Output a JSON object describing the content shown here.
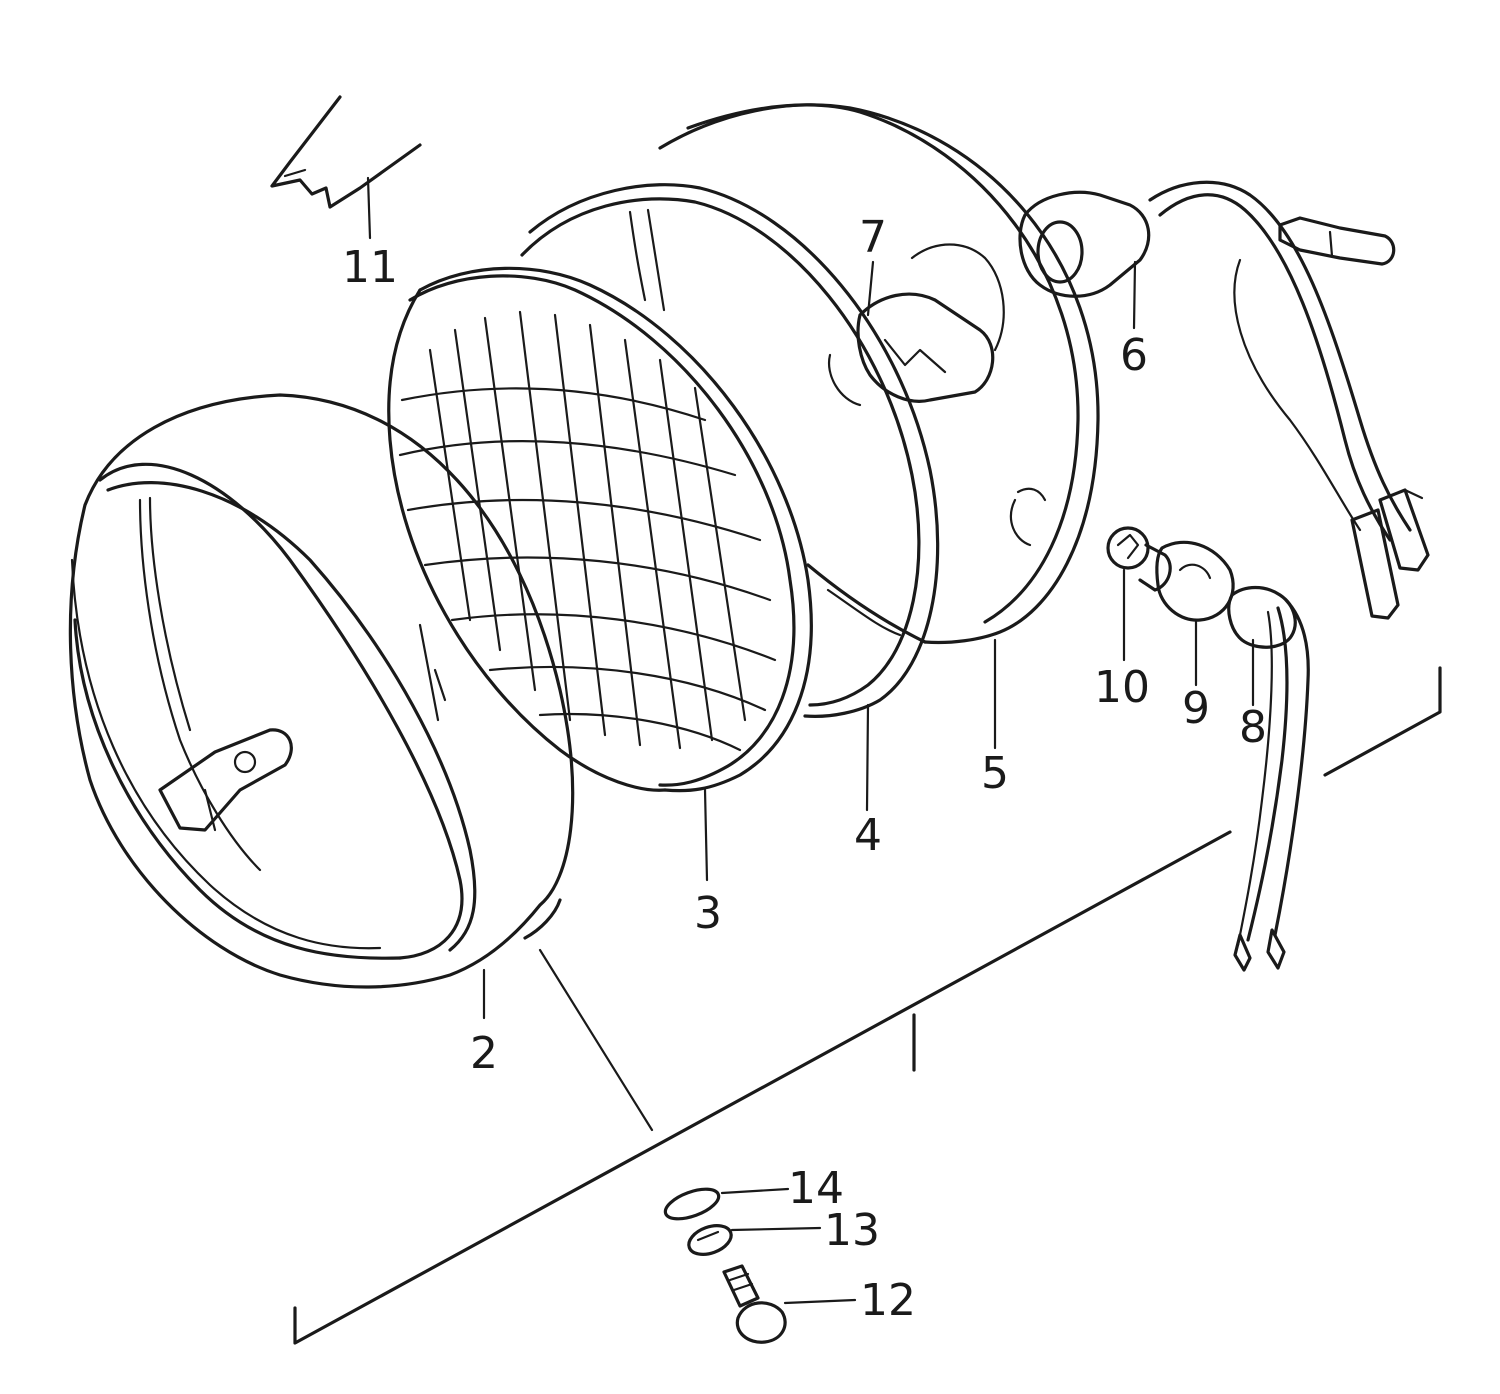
{
  "diagram": {
    "callouts": [
      {
        "id": "2",
        "label": "2"
      },
      {
        "id": "3",
        "label": "3"
      },
      {
        "id": "4",
        "label": "4"
      },
      {
        "id": "5",
        "label": "5"
      },
      {
        "id": "6",
        "label": "6"
      },
      {
        "id": "7",
        "label": "7"
      },
      {
        "id": "8",
        "label": "8"
      },
      {
        "id": "9",
        "label": "9"
      },
      {
        "id": "10",
        "label": "10"
      },
      {
        "id": "11",
        "label": "11"
      },
      {
        "id": "12",
        "label": "12"
      },
      {
        "id": "13",
        "label": "13"
      },
      {
        "id": "14",
        "label": "14"
      }
    ]
  }
}
